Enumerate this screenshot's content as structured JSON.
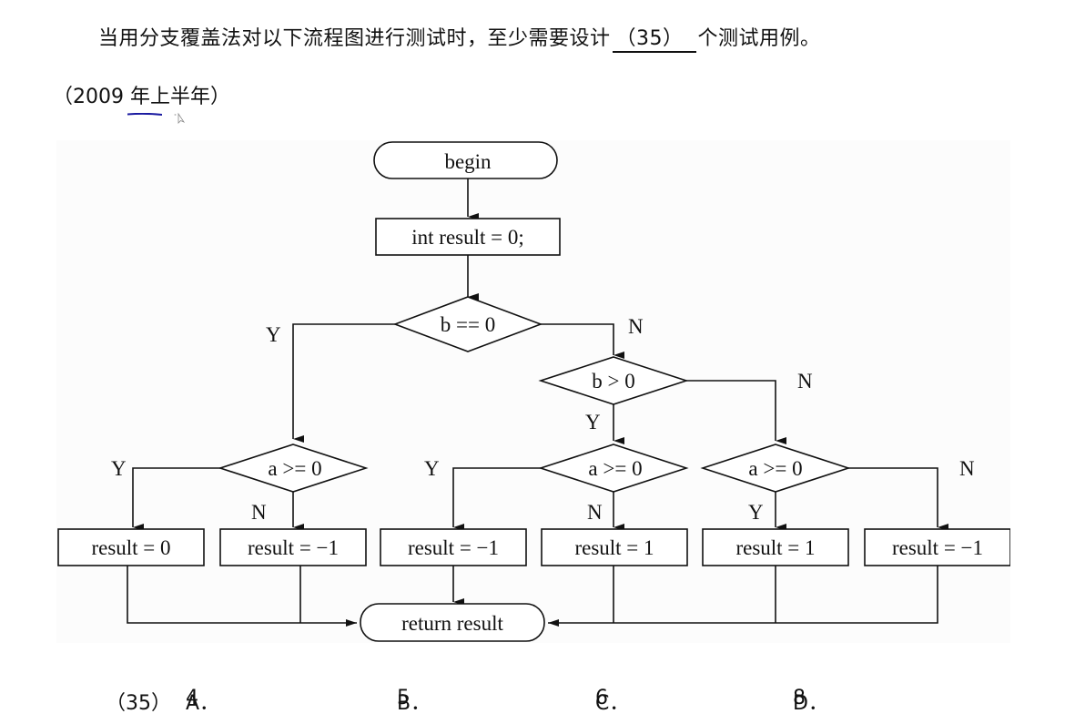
{
  "question": {
    "prefix": "当用分支覆盖法对以下流程图进行测试时，至少需要设计",
    "blank": "（35）",
    "suffix": "个测试用例。",
    "year": "（2009 年上半年）"
  },
  "flowchart": {
    "begin": "begin",
    "init": "int result = 0;",
    "decision_b_eq_0": "b == 0",
    "decision_b_gt_0": "b > 0",
    "decision_a_ge_0_left": "a >= 0",
    "decision_a_ge_0_mid": "a >= 0",
    "decision_a_ge_0_right": "a >= 0",
    "results": [
      "result = 0",
      "result = −1",
      "result = −1",
      "result = 1",
      "result = 1",
      "result = −1"
    ],
    "end": "return result",
    "labels": {
      "yes": "Y",
      "no": "N"
    }
  },
  "answers": {
    "number": "（35）",
    "options": [
      {
        "letter": "A．",
        "value": "4"
      },
      {
        "letter": "B．",
        "value": "5"
      },
      {
        "letter": "C．",
        "value": "6"
      },
      {
        "letter": "D．",
        "value": "8"
      }
    ]
  },
  "colors": {
    "ink": "#111111",
    "pen_mark": "#1a1aa0",
    "diagram_bg": "#fcfcfc"
  }
}
